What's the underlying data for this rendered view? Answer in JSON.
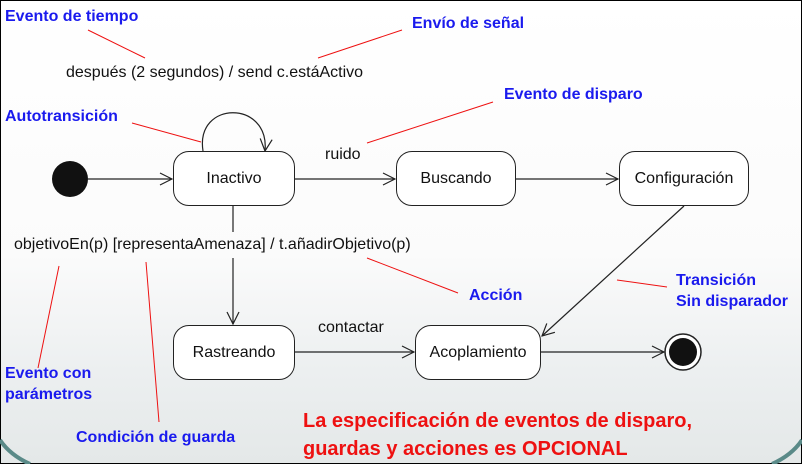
{
  "annotations": {
    "time_event": "Evento de tiempo",
    "signal_send": "Envío de señal",
    "trigger_event": "Evento de disparo",
    "self_transition": "Autotransición",
    "action": "Acción",
    "no_trigger_transition_1": "Transición",
    "no_trigger_transition_2": "Sin disparador",
    "event_params_1": "Evento con",
    "event_params_2": "parámetros",
    "guard_condition": "Condición de guarda"
  },
  "transitions": {
    "self_label": "después (2 segundos) / send c.estáActivo",
    "noise_label": "ruido",
    "target_label": "objetivoEn(p) [representaAmenaza] / t.añadirObjetivo(p)",
    "contact_label": "contactar"
  },
  "states": [
    "Inactivo",
    "Buscando",
    "Configuración",
    "Rastreando",
    "Acoplamiento"
  ],
  "note": {
    "line1": "La especificación de eventos de disparo,",
    "line2": "guardas y acciones es OPCIONAL"
  },
  "colors": {
    "annotation": "#1a1aee",
    "note": "#ee1111",
    "pointer": "#ee1111"
  }
}
